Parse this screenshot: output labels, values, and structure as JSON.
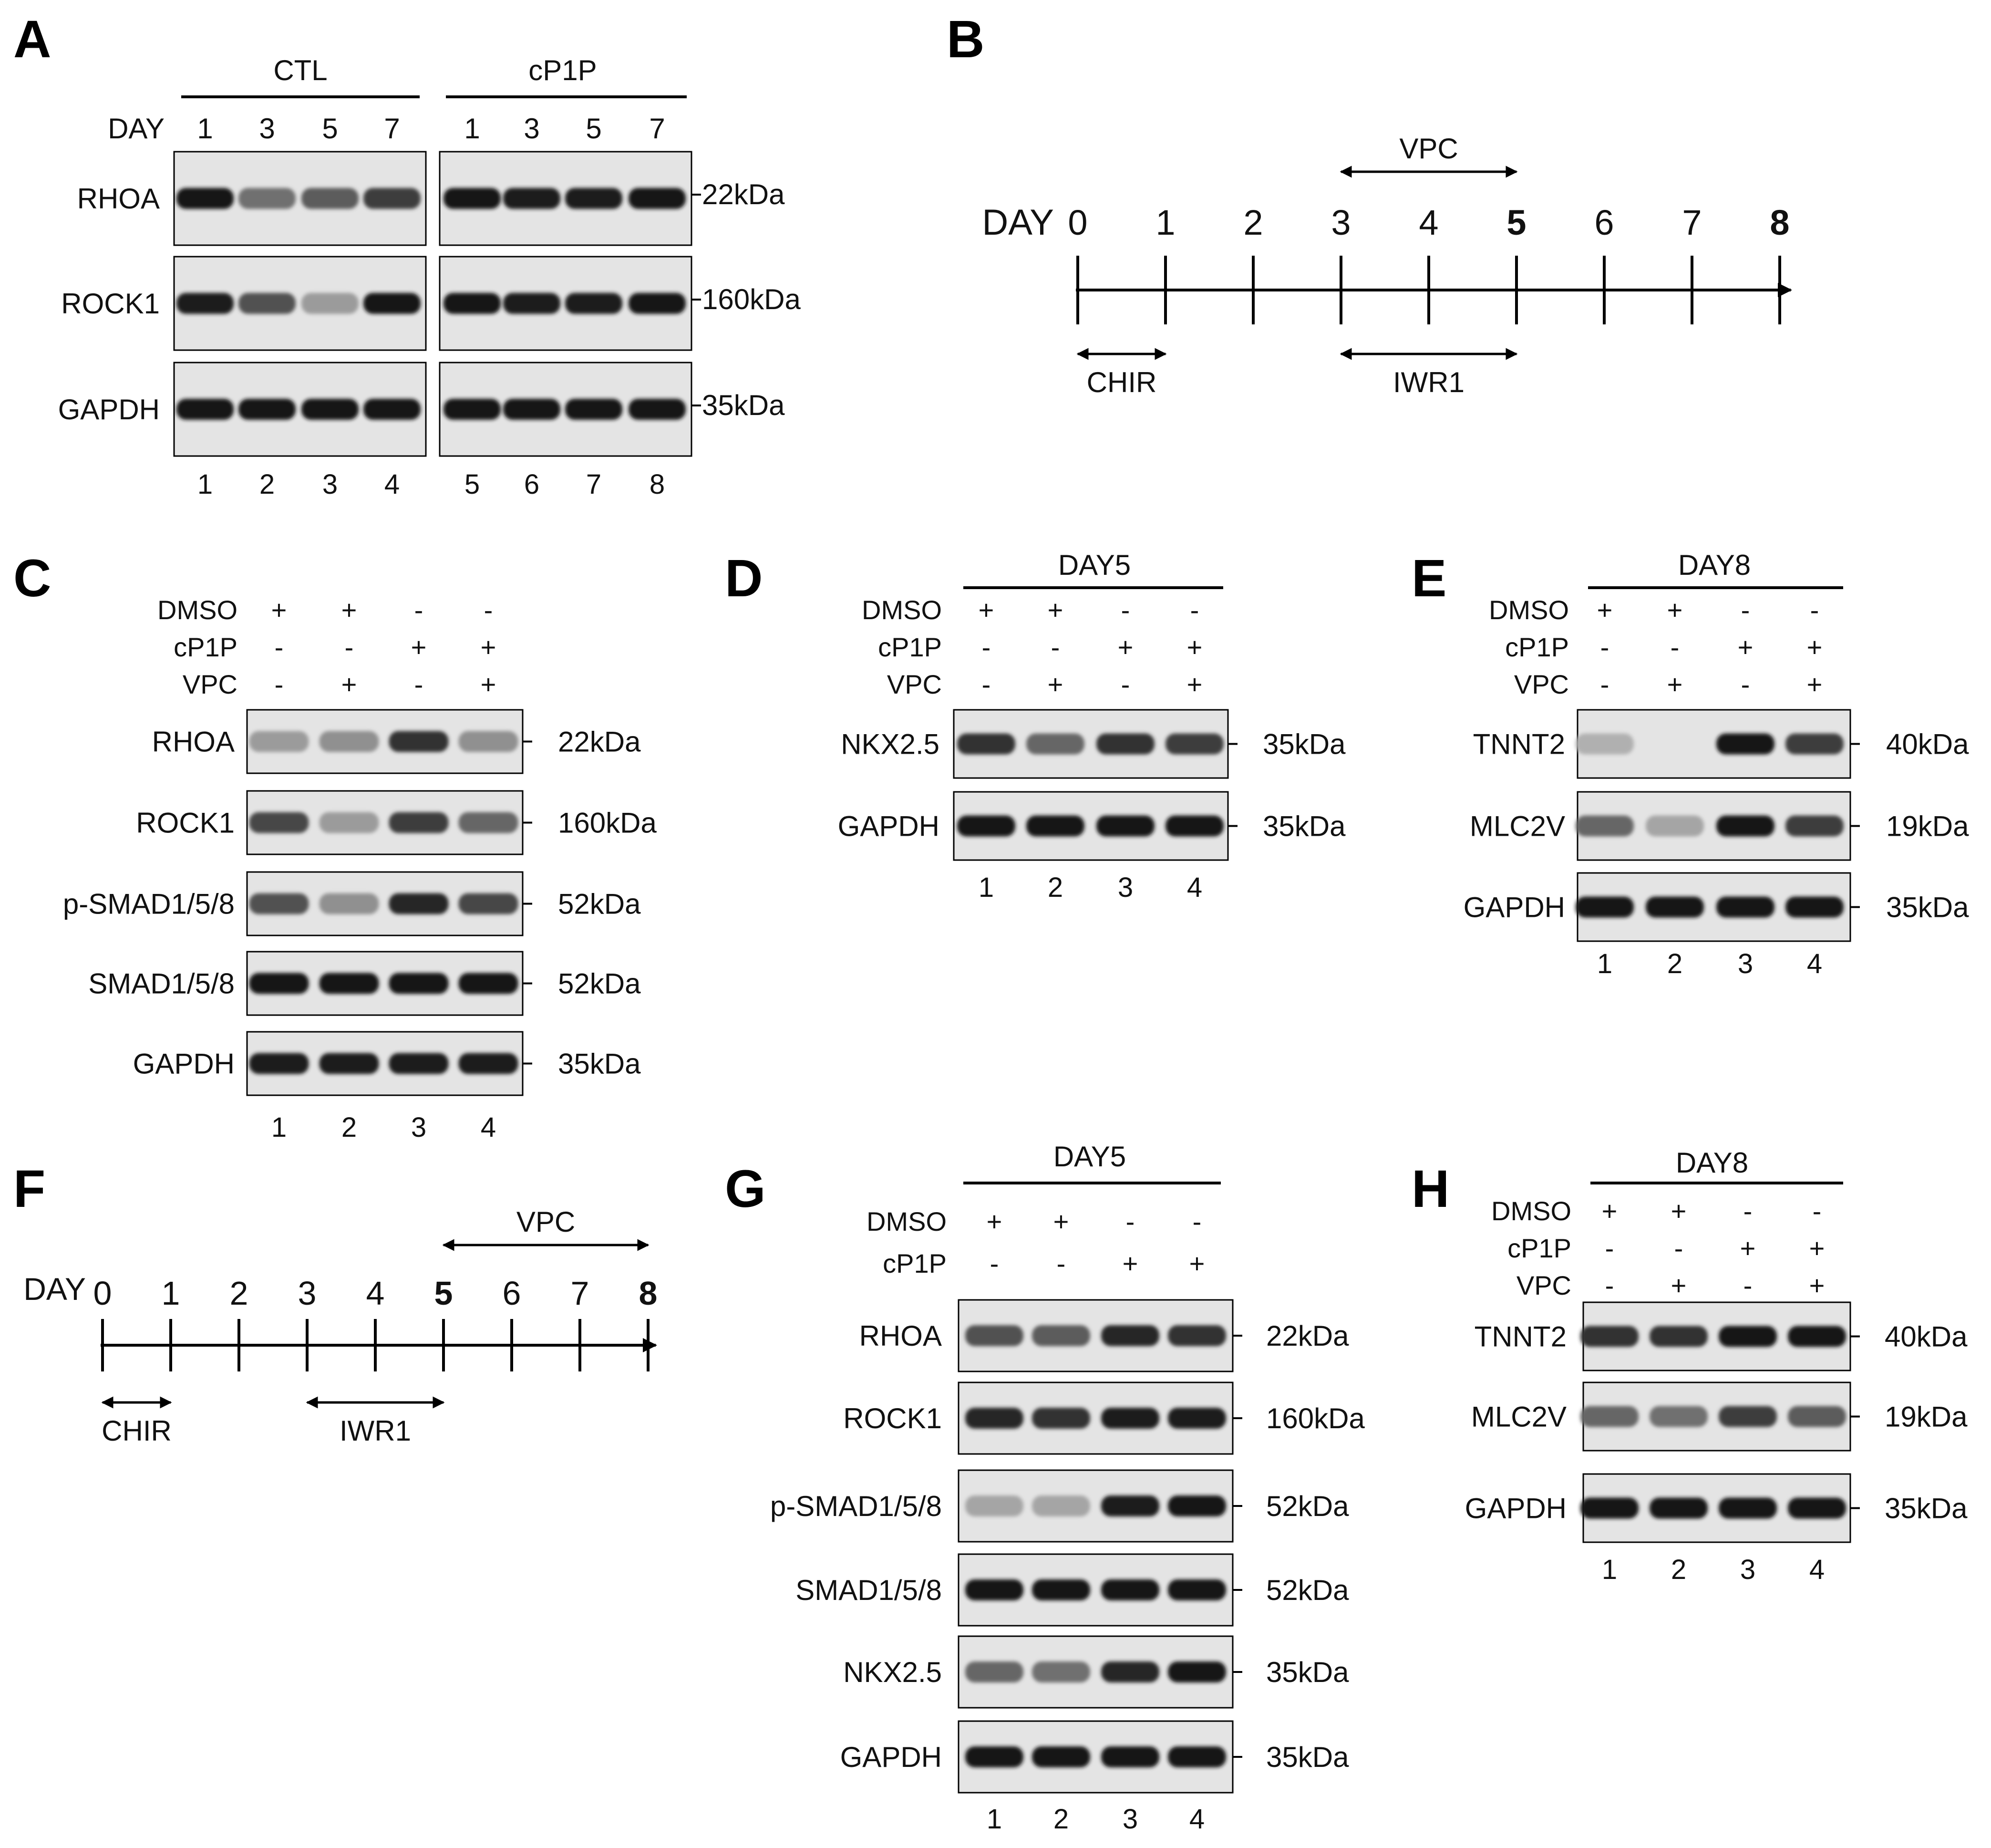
{
  "colors": {
    "day5": "#29a8e0",
    "day8": "#1aa84b",
    "ink": "#000000",
    "blot_bg": "#e4e4e4",
    "band": "#141414"
  },
  "panelA": {
    "letter": "A",
    "groups": [
      "CTL",
      "cP1P"
    ],
    "day_label": "DAY",
    "days": [
      "1",
      "3",
      "5",
      "7",
      "1",
      "3",
      "5",
      "7"
    ],
    "rows": [
      {
        "label": "RHOA",
        "kda": "22kDa",
        "intensity": [
          1.0,
          0.55,
          0.65,
          0.8,
          1.0,
          0.95,
          0.95,
          1.0
        ]
      },
      {
        "label": "ROCK1",
        "kda": "160kDa",
        "intensity": [
          0.95,
          0.7,
          0.35,
          1.0,
          1.0,
          0.95,
          0.95,
          1.0
        ]
      },
      {
        "label": "GAPDH",
        "kda": "35kDa",
        "intensity": [
          1.0,
          1.0,
          1.0,
          1.0,
          1.0,
          1.0,
          1.0,
          1.0
        ]
      }
    ],
    "lanes": [
      "1",
      "2",
      "3",
      "4",
      "5",
      "6",
      "7",
      "8"
    ]
  },
  "panelB": {
    "letter": "B",
    "day_label": "DAY",
    "ticks": [
      "0",
      "1",
      "2",
      "3",
      "4",
      "5",
      "6",
      "7",
      "8"
    ],
    "vpc": "VPC",
    "chir": "CHIR",
    "iwr1": "IWR1"
  },
  "panelC": {
    "letter": "C",
    "treatments": [
      {
        "name": "DMSO",
        "signs": [
          "+",
          "+",
          "-",
          "-"
        ]
      },
      {
        "name": "cP1P",
        "signs": [
          "-",
          "-",
          "+",
          "+"
        ]
      },
      {
        "name": "VPC",
        "signs": [
          "-",
          "+",
          "-",
          "+"
        ]
      }
    ],
    "rows": [
      {
        "label": "RHOA",
        "kda": "22kDa",
        "intensity": [
          0.35,
          0.4,
          0.85,
          0.4
        ]
      },
      {
        "label": "ROCK1",
        "kda": "160kDa",
        "intensity": [
          0.75,
          0.35,
          0.8,
          0.6
        ]
      },
      {
        "label": "p-SMAD1/5/8",
        "kda": "52kDa",
        "intensity": [
          0.7,
          0.4,
          0.9,
          0.75
        ]
      },
      {
        "label": "SMAD1/5/8",
        "kda": "52kDa",
        "intensity": [
          1.0,
          1.0,
          1.0,
          1.0
        ]
      },
      {
        "label": "GAPDH",
        "kda": "35kDa",
        "intensity": [
          0.95,
          0.95,
          0.95,
          0.95
        ]
      }
    ],
    "lanes": [
      "1",
      "2",
      "3",
      "4"
    ]
  },
  "panelD": {
    "letter": "D",
    "header": "DAY5",
    "treatments": [
      {
        "name": "DMSO",
        "signs": [
          "+",
          "+",
          "-",
          "-"
        ]
      },
      {
        "name": "cP1P",
        "signs": [
          "-",
          "-",
          "+",
          "+"
        ]
      },
      {
        "name": "VPC",
        "signs": [
          "-",
          "+",
          "-",
          "+"
        ]
      }
    ],
    "rows": [
      {
        "label": "NKX2.5",
        "kda": "35kDa",
        "intensity": [
          0.85,
          0.6,
          0.85,
          0.8
        ]
      },
      {
        "label": "GAPDH",
        "kda": "35kDa",
        "intensity": [
          1.0,
          1.0,
          1.0,
          1.0
        ]
      }
    ],
    "lanes": [
      "1",
      "2",
      "3",
      "4"
    ]
  },
  "panelE": {
    "letter": "E",
    "header": "DAY8",
    "treatments": [
      {
        "name": "DMSO",
        "signs": [
          "+",
          "+",
          "-",
          "-"
        ]
      },
      {
        "name": "cP1P",
        "signs": [
          "-",
          "-",
          "+",
          "+"
        ]
      },
      {
        "name": "VPC",
        "signs": [
          "-",
          "+",
          "-",
          "+"
        ]
      }
    ],
    "rows": [
      {
        "label": "TNNT2",
        "kda": "40kDa",
        "intensity": [
          0.25,
          0.0,
          1.0,
          0.8
        ]
      },
      {
        "label": "MLC2V",
        "kda": "19kDa",
        "intensity": [
          0.6,
          0.3,
          1.0,
          0.8
        ]
      },
      {
        "label": "GAPDH",
        "kda": "35kDa",
        "intensity": [
          1.0,
          1.0,
          1.0,
          1.0
        ]
      }
    ],
    "lanes": [
      "1",
      "2",
      "3",
      "4"
    ]
  },
  "panelF": {
    "letter": "F",
    "day_label": "DAY",
    "ticks": [
      "0",
      "1",
      "2",
      "3",
      "4",
      "5",
      "6",
      "7",
      "8"
    ],
    "vpc": "VPC",
    "chir": "CHIR",
    "iwr1": "IWR1"
  },
  "panelG": {
    "letter": "G",
    "header": "DAY5",
    "treatments": [
      {
        "name": "DMSO",
        "signs": [
          "+",
          "+",
          "-",
          "-"
        ]
      },
      {
        "name": "cP1P",
        "signs": [
          "-",
          "-",
          "+",
          "+"
        ]
      }
    ],
    "rows": [
      {
        "label": "RHOA",
        "kda": "22kDa",
        "intensity": [
          0.7,
          0.65,
          0.9,
          0.85
        ]
      },
      {
        "label": "ROCK1",
        "kda": "160kDa",
        "intensity": [
          0.9,
          0.85,
          0.95,
          0.95
        ]
      },
      {
        "label": "p-SMAD1/5/8",
        "kda": "52kDa",
        "intensity": [
          0.3,
          0.3,
          0.95,
          1.0
        ]
      },
      {
        "label": "SMAD1/5/8",
        "kda": "52kDa",
        "intensity": [
          1.0,
          1.0,
          1.0,
          1.0
        ]
      },
      {
        "label": "NKX2.5",
        "kda": "35kDa",
        "intensity": [
          0.6,
          0.55,
          0.9,
          1.0
        ]
      },
      {
        "label": "GAPDH",
        "kda": "35kDa",
        "intensity": [
          1.0,
          1.0,
          1.0,
          1.0
        ]
      }
    ],
    "lanes": [
      "1",
      "2",
      "3",
      "4"
    ]
  },
  "panelH": {
    "letter": "H",
    "header": "DAY8",
    "treatments": [
      {
        "name": "DMSO",
        "signs": [
          "+",
          "+",
          "-",
          "-"
        ]
      },
      {
        "name": "cP1P",
        "signs": [
          "-",
          "-",
          "+",
          "+"
        ]
      },
      {
        "name": "VPC",
        "signs": [
          "-",
          "+",
          "-",
          "+"
        ]
      }
    ],
    "rows": [
      {
        "label": "TNNT2",
        "kda": "40kDa",
        "intensity": [
          0.85,
          0.85,
          1.0,
          1.0
        ]
      },
      {
        "label": "MLC2V",
        "kda": "19kDa",
        "intensity": [
          0.6,
          0.55,
          0.8,
          0.65
        ]
      },
      {
        "label": "GAPDH",
        "kda": "35kDa",
        "intensity": [
          1.0,
          1.0,
          1.0,
          1.0
        ]
      }
    ],
    "lanes": [
      "1",
      "2",
      "3",
      "4"
    ]
  }
}
